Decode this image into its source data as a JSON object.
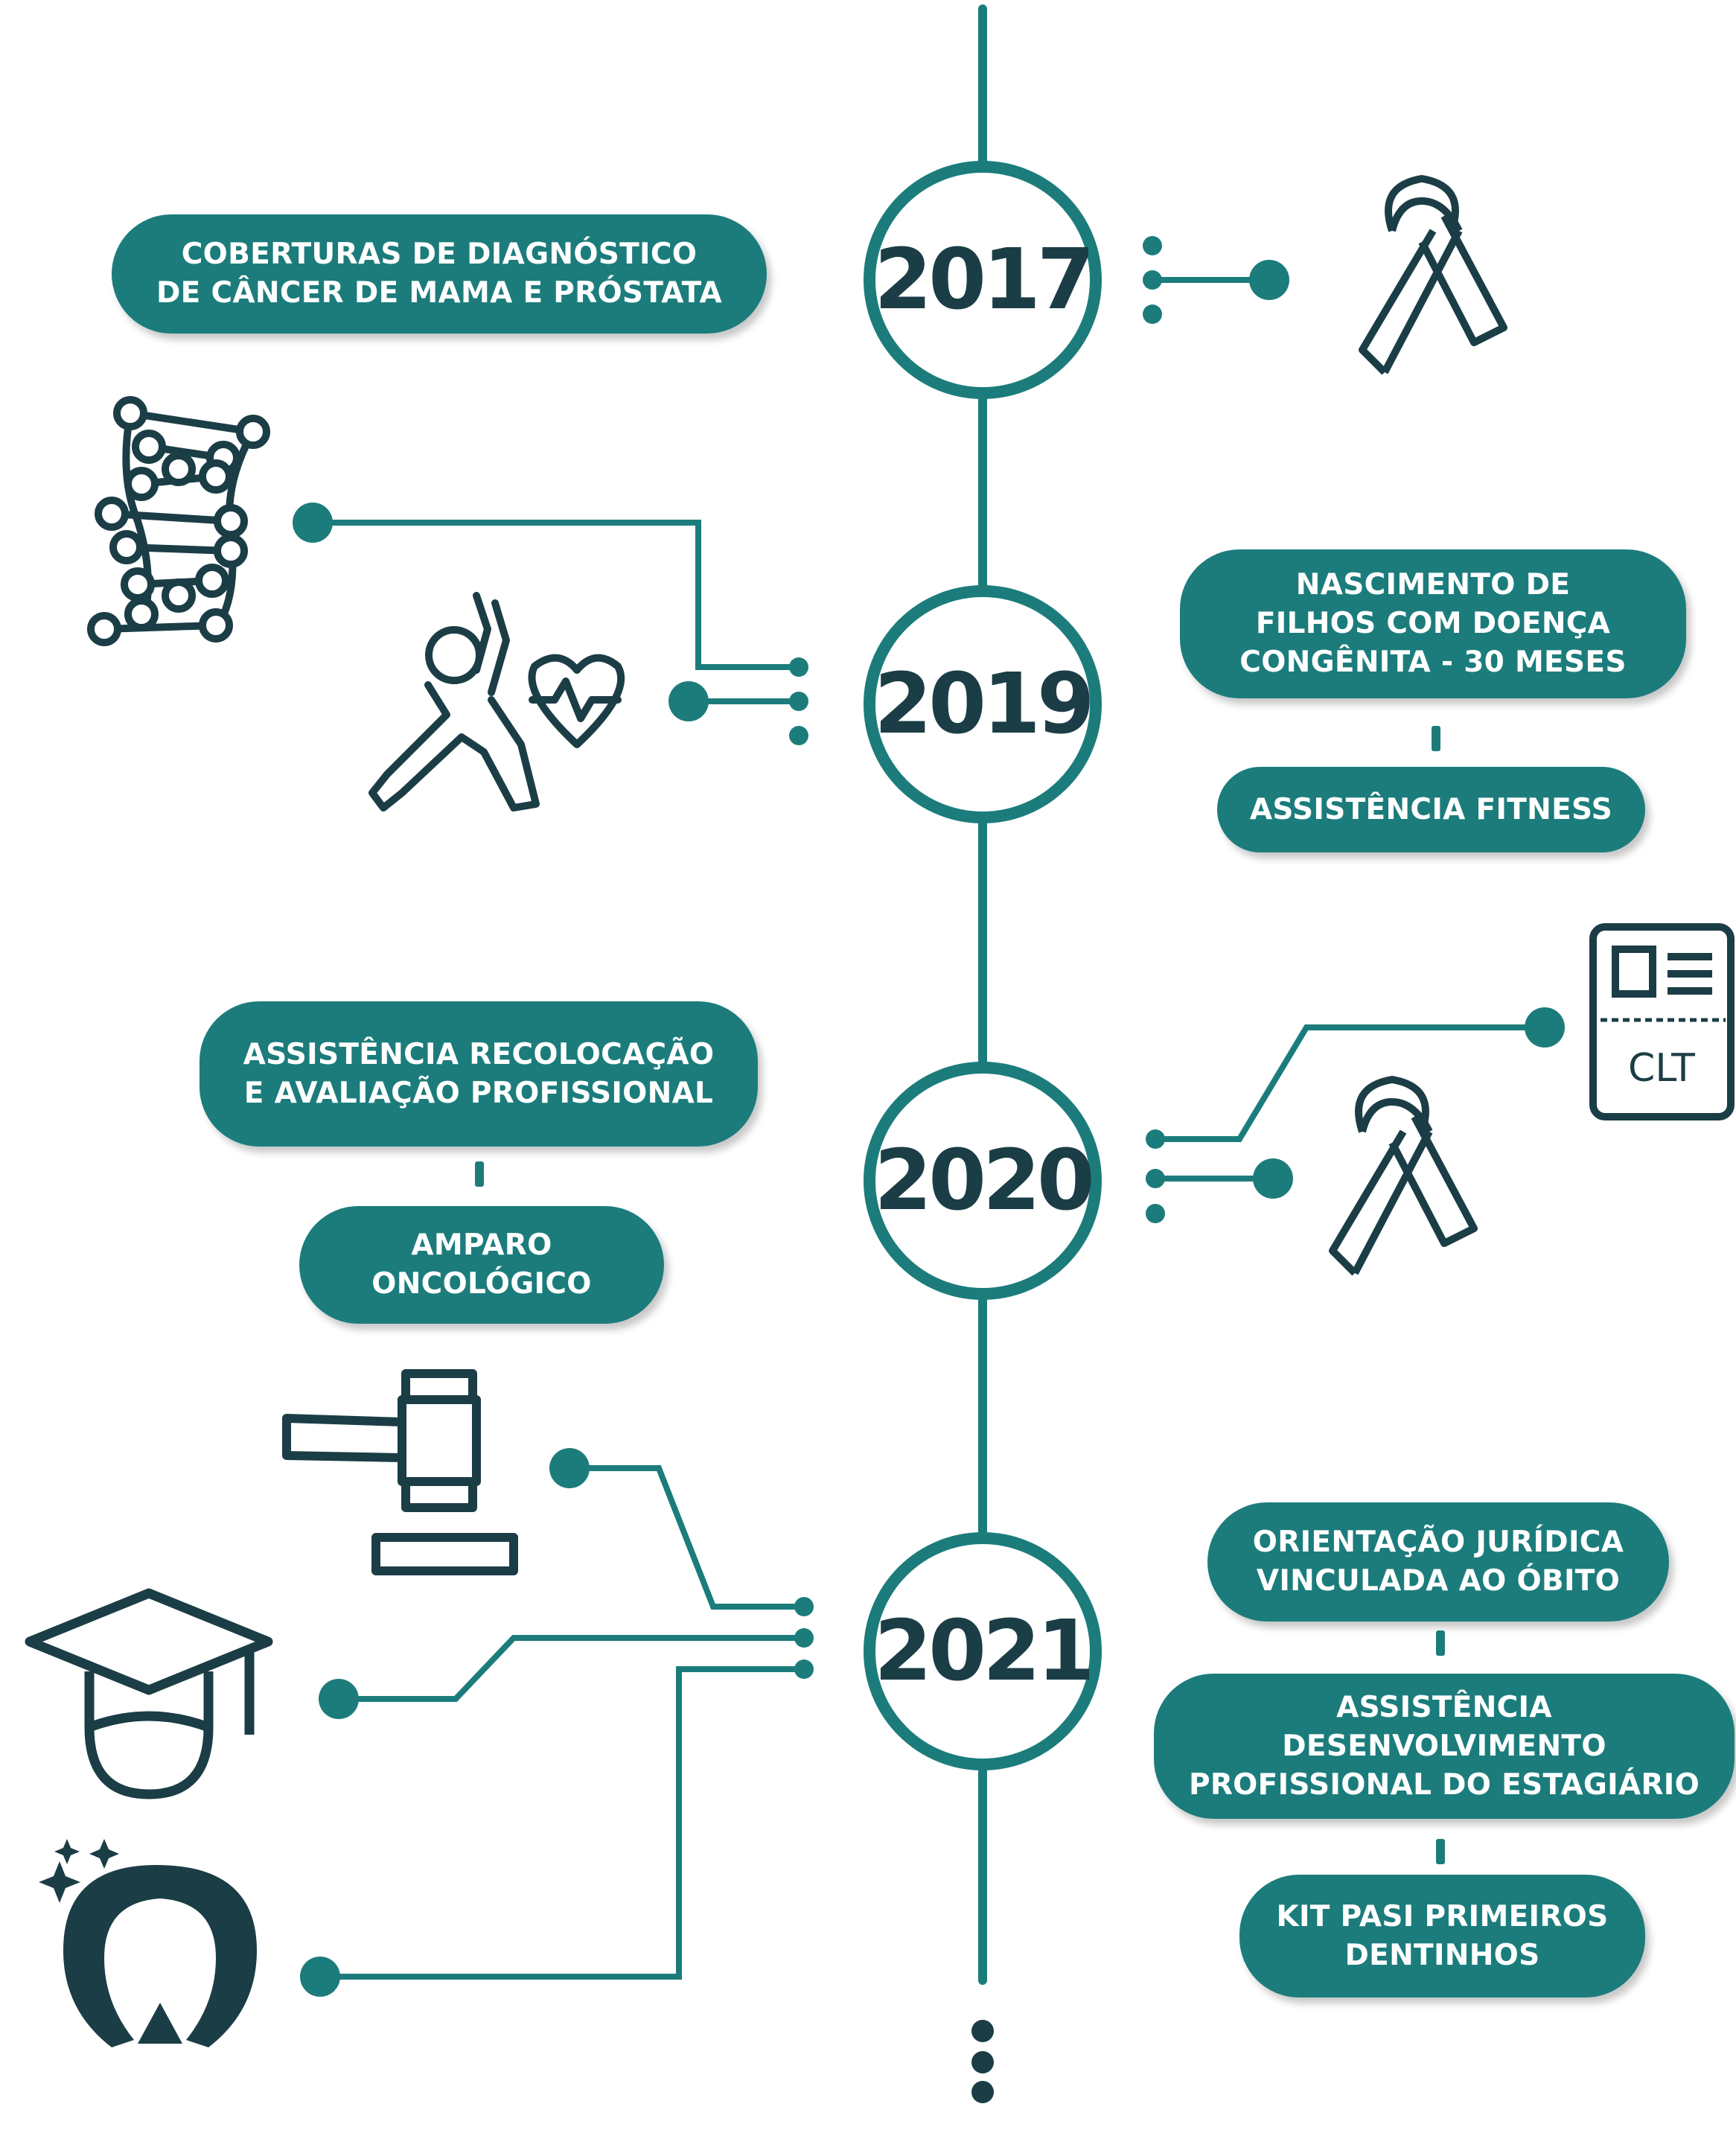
{
  "colors": {
    "teal": "#1c7c7c",
    "dark": "#1b3d46",
    "white": "#ffffff"
  },
  "years": [
    "2017",
    "2019",
    "2020",
    "2021"
  ],
  "pills": {
    "p2017": {
      "l1": "COBERTURAS DE DIAGNÓSTICO",
      "l2": "DE CÂNCER DE MAMA E PRÓSTATA"
    },
    "p2019a": {
      "l1": "NASCIMENTO DE",
      "l2": "FILHOS COM DOENÇA",
      "l3": "CONGÊNITA - 30 MESES"
    },
    "p2019b": {
      "l1": "ASSISTÊNCIA FITNESS"
    },
    "p2020a": {
      "l1": "ASSISTÊNCIA RECOLOCAÇÃO",
      "l2": "E AVALIAÇÃO PROFISSIONAL"
    },
    "p2020b": {
      "l1": "AMPARO",
      "l2": "ONCOLÓGICO"
    },
    "p2021a": {
      "l1": "ORIENTAÇÃO JURÍDICA",
      "l2": "VINCULADA AO ÓBITO"
    },
    "p2021b": {
      "l1": "ASSISTÊNCIA DESENVOLVIMENTO",
      "l2": "PROFISSIONAL DO ESTAGIÁRIO"
    },
    "p2021c": {
      "l1": "KIT PASI PRIMEIROS",
      "l2": "DENTINHOS"
    }
  },
  "icons": {
    "ribbon_2017": "awareness-ribbon-icon",
    "dna": "dna-icon",
    "fitness": "fitness-heart-icon",
    "clt": "work-card-icon",
    "clt_label": "CLT",
    "ribbon_2020": "awareness-ribbon-icon",
    "gavel": "gavel-icon",
    "graduate": "graduate-icon",
    "tooth": "tooth-icon"
  }
}
